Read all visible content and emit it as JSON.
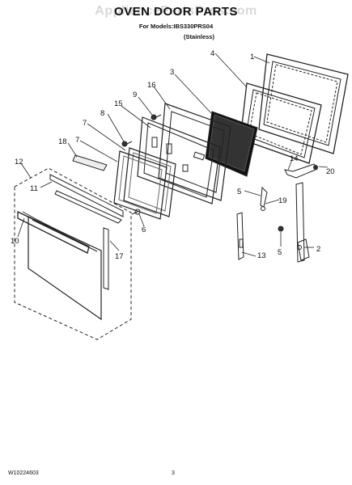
{
  "watermark": "AppliancePartsPros.com",
  "title": "OVEN DOOR PARTS",
  "subtitle_models": "For Models:IBS330PRS04",
  "subtitle_finish": "(Stainless)",
  "callouts": [
    "1",
    "2",
    "3",
    "4",
    "5",
    "5",
    "6",
    "7",
    "7",
    "8",
    "9",
    "10",
    "11",
    "12",
    "13",
    "14",
    "15",
    "16",
    "17",
    "18",
    "19",
    "20"
  ],
  "footer": {
    "doc_number": "W10224603",
    "page_number": "3"
  }
}
